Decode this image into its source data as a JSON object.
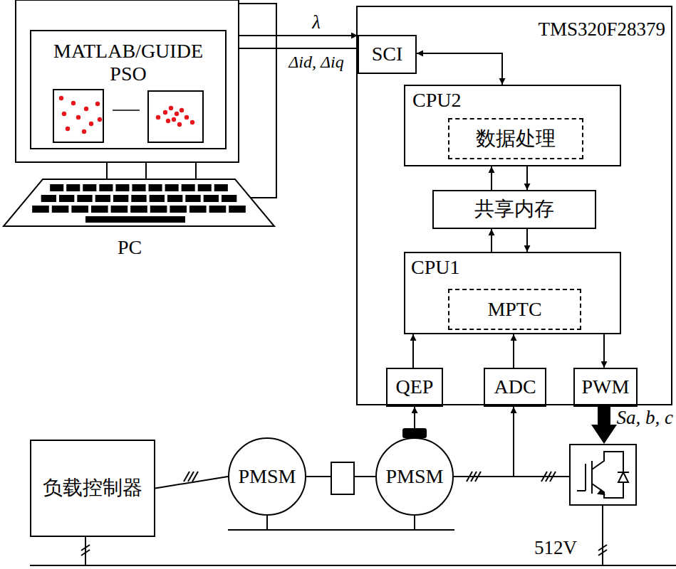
{
  "diagram": {
    "nodes": [
      {
        "text": [
          "MATLAB/GUIDE PSO"
        ]
      },
      {
        "text": [
          "TMS320F28379"
        ]
      },
      {
        "text": [
          "SCI"
        ],
        "in": 1
      },
      {
        "text": [
          "CPU2"
        ],
        "in": 1
      },
      {
        "text": [
          "数据处理"
        ],
        "in": 3
      },
      {
        "text": [
          "共享内存"
        ],
        "in": 1
      },
      {
        "text": [
          "CPU1"
        ],
        "in": 1
      },
      {
        "text": [
          "MPTC"
        ],
        "in": 6
      },
      {
        "text": [
          "QEP"
        ],
        "in": 1
      },
      {
        "text": [
          "ADC"
        ],
        "in": 1
      },
      {
        "text": [
          "PWM"
        ],
        "in": 1
      },
      {
        "text": [
          "负载控制器"
        ]
      },
      {
        "text": [
          "PMSM"
        ]
      },
      {
        "text": [
          "PMSM"
        ]
      }
    ],
    "edges": [
      {
        "from": 0,
        "to": 2,
        "arrow": "to",
        "label": "λ"
      },
      {
        "from": 2,
        "to": 0,
        "arrow": "to",
        "label": "Δid, Δiq"
      },
      {
        "from": 2,
        "to": 3,
        "arrow": "both"
      },
      {
        "from": 5,
        "to": 3,
        "arrow": "to"
      },
      {
        "from": 3,
        "to": 5,
        "arrow": "to"
      },
      {
        "from": 6,
        "to": 5,
        "arrow": "to"
      },
      {
        "from": 5,
        "to": 6,
        "arrow": "to"
      },
      {
        "from": 8,
        "to": 6,
        "arrow": "to"
      },
      {
        "from": 9,
        "to": 6,
        "arrow": "to"
      },
      {
        "from": 6,
        "to": 10,
        "arrow": "to"
      },
      {
        "from": 13,
        "to": 8,
        "arrow": "to"
      },
      {
        "from": 13,
        "to": 9,
        "arrow": "to"
      },
      {
        "from": 11,
        "to": 12,
        "arrow": "none"
      },
      {
        "from": 12,
        "to": 13,
        "arrow": "none"
      }
    ],
    "labels": [
      "PC",
      "Sa, b, c",
      "512V"
    ]
  }
}
